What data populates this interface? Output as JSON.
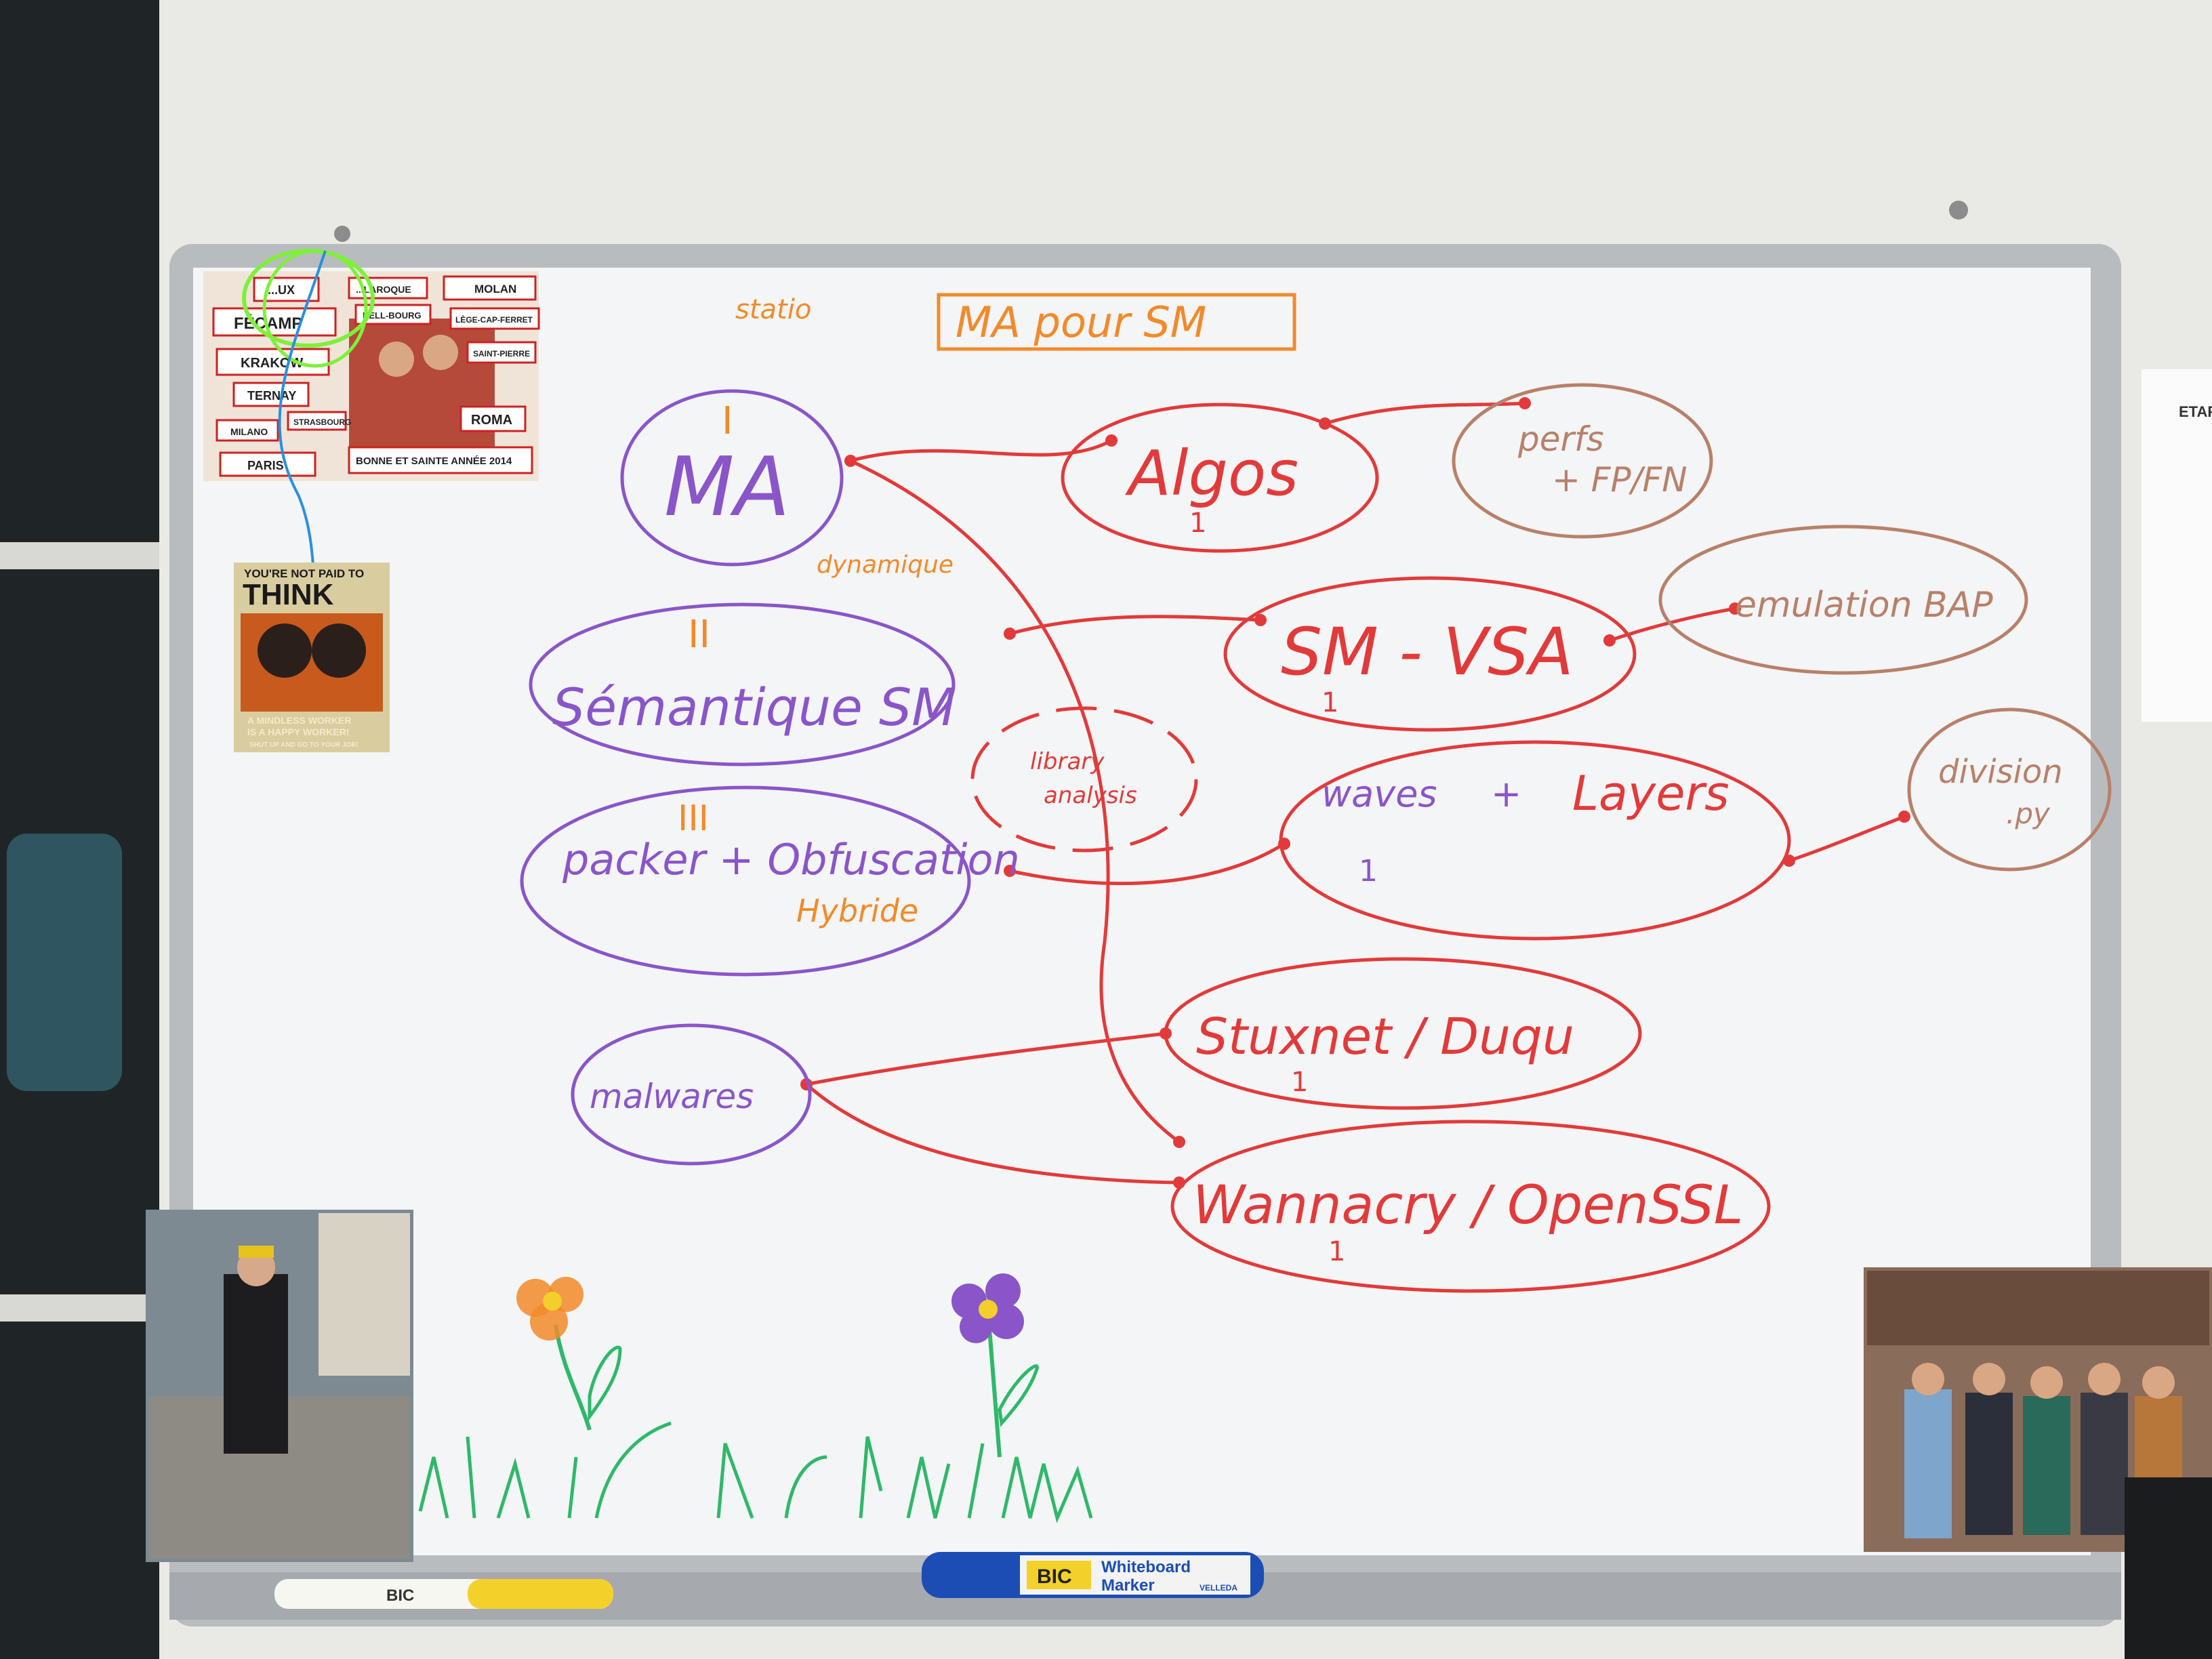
{
  "board": {
    "title": "MA pour SM",
    "nodes": {
      "ma": {
        "roman": "I",
        "label": "MA",
        "note": "statio"
      },
      "semantique": {
        "roman": "II",
        "label": "Sémantique SM",
        "note": "dynamique"
      },
      "packer": {
        "roman": "III",
        "label": "packer + Obfuscation",
        "note": "Hybride"
      },
      "malwares": {
        "label": "malwares"
      },
      "algos": {
        "label": "Algos",
        "mark": "1"
      },
      "perfs": {
        "label_1": "perfs",
        "label_2": "+ FP/FN"
      },
      "smvsa": {
        "label": "SM - VSA",
        "mark": "1"
      },
      "emulation": {
        "label": "emulation BAP"
      },
      "waves": {
        "label_a": "waves",
        "label_b": "+",
        "label_c": "Layers",
        "mark": "1"
      },
      "division": {
        "label_1": "division",
        "label_2": ".py"
      },
      "library": {
        "label_1": "library",
        "label_2": "analysis"
      },
      "stuxnet": {
        "label": "Stuxnet / Duqu",
        "mark": "1"
      },
      "wannacry": {
        "label": "Wannacry / OpenSSL",
        "mark": "1"
      }
    }
  },
  "postcard": {
    "cities": [
      "...UX",
      "FÉCAMP",
      "KRAKOW",
      "TERNAY",
      "MILANO",
      "PARIS",
      "...LAROQUE",
      "KELL-BOURG",
      "STRASBOURG",
      "MOLAN",
      "LÈGE-CAP-FERRET",
      "SAINT-PIERRE",
      "ROMA"
    ],
    "greeting": "BONNE ET SAINTE ANNÉE 2014"
  },
  "poster": {
    "top": "YOU'RE NOT PAID TO",
    "big": "THINK",
    "bottom_1": "A MINDLESS WORKER",
    "bottom_2": "IS A HAPPY WORKER!",
    "bottom_3": "SHUT UP AND GO TO YOUR JOB!"
  },
  "markers": {
    "blue_brand": "BIC",
    "blue_line_1": "Whiteboard",
    "blue_line_2": "Marker",
    "blue_sub": "VELLEDA",
    "yellow_brand": "BIC"
  },
  "side_sheet": {
    "title": "ETAP"
  },
  "colors": {
    "red_marker": "#e23a3a",
    "purple_marker": "#8a55c9",
    "orange_marker": "#f28a2a",
    "brown_marker": "#b8806a",
    "green_marker": "#2fb86a",
    "board": "#f3f5f6",
    "frame": "#b9bcbf"
  }
}
